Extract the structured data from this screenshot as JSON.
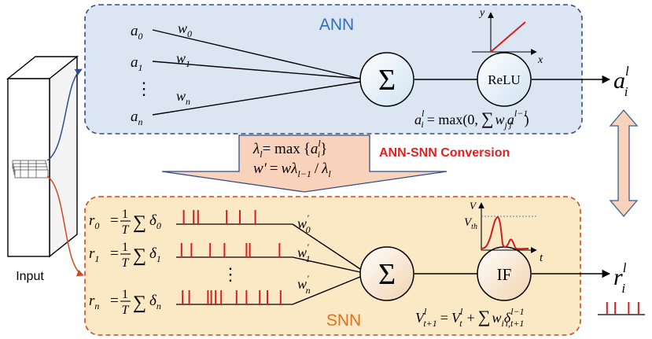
{
  "colors": {
    "ann_fill": "#dce6f3",
    "ann_border": "#2e4f8c",
    "ann_title": "#2f6fbd",
    "snn_fill": "#fbe8c4",
    "snn_border": "#cc4a1e",
    "snn_title": "#e0701c",
    "conversion_text": "#e02020",
    "arrow_fill": "#f8d2ba",
    "spike": "#d42020",
    "potential": "#cc2020",
    "relu_line": "#d62020",
    "threshold": "#1f8fbf"
  },
  "input": {
    "label": "Input"
  },
  "ann": {
    "title": "ANN",
    "inputs": [
      {
        "base": "a",
        "sub": "0"
      },
      {
        "base": "a",
        "sub": "1"
      },
      {
        "base": "a",
        "sub": "n"
      }
    ],
    "weights": [
      {
        "base": "w",
        "sub": "0"
      },
      {
        "base": "w",
        "sub": "1"
      },
      {
        "base": "w",
        "sub": "n"
      }
    ],
    "ellipsis": "⋮",
    "sum_symbol": "Σ",
    "activation": "ReLU",
    "relu_axes": {
      "y": "y",
      "x": "x"
    },
    "output": {
      "base": "a",
      "sup": "l",
      "sub": "i"
    },
    "formula": {
      "lhs_base": "a",
      "lhs_sup": "l",
      "lhs_sub": "i",
      "eq": "= max(0,",
      "sum": "∑",
      "w": "w",
      "w_sub": "j",
      "a": "a",
      "a_sup": "l−1",
      "a_sub": "j",
      "close": ")"
    }
  },
  "conversion": {
    "label": "ANN-SNN Conversion",
    "formula1": {
      "lam": "λ",
      "lam_sub": "l",
      "eq": "= max",
      "lbrace": "{",
      "a": "a",
      "a_sup": "l",
      "a_sub": "i",
      "rbrace": "}"
    },
    "formula2": {
      "w": "w'",
      "eq": "=",
      "w2": "w",
      "lam": "λ",
      "lam_sub": "l−1",
      "slash": "/",
      "lam2": "λ",
      "lam2_sub": "l"
    }
  },
  "snn": {
    "title": "SNN",
    "rates": [
      {
        "base": "r",
        "sub": "0",
        "delta_sub": "0"
      },
      {
        "base": "r",
        "sub": "1",
        "delta_sub": "1"
      },
      {
        "base": "r",
        "sub": "n",
        "delta_sub": "n"
      }
    ],
    "rate_formula": {
      "eq": "=",
      "num": "1",
      "den": "T",
      "sum": "∑",
      "delta": "δ"
    },
    "weights": [
      {
        "base": "w",
        "sup": "'",
        "sub": "0"
      },
      {
        "base": "w",
        "sup": "'",
        "sub": "1"
      },
      {
        "base": "w",
        "sup": "'",
        "sub": "n"
      }
    ],
    "ellipsis": "⋮",
    "sum_symbol": "Σ",
    "neuron": "IF",
    "spike_trains": [
      [
        0.04,
        0.13,
        0.17,
        0.43,
        0.55,
        0.69
      ],
      [
        0.02,
        0.11,
        0.28,
        0.41,
        0.61,
        0.64,
        0.91
      ],
      [
        0.03,
        0.09,
        0.26,
        0.29,
        0.33,
        0.38,
        0.52,
        0.61,
        0.73,
        0.8,
        0.92
      ]
    ],
    "output_spikes": [
      0.15,
      0.35,
      0.68,
      0.92
    ],
    "potential_axes": {
      "v": "V",
      "vth": "V",
      "vth_sub": "th",
      "t": "t"
    },
    "output": {
      "base": "r",
      "sup": "l",
      "sub": "i"
    },
    "formula": {
      "v": "V",
      "v_sup": "l",
      "v_sub": "t+1",
      "eq": "=",
      "v2": "V",
      "v2_sup": "l",
      "v2_sub": "t",
      "plus": "+",
      "sum": "∑",
      "w": "w",
      "w_sub": "i",
      "d": "δ",
      "d_sup": "l−1",
      "d_sub": "i,t+1"
    }
  }
}
